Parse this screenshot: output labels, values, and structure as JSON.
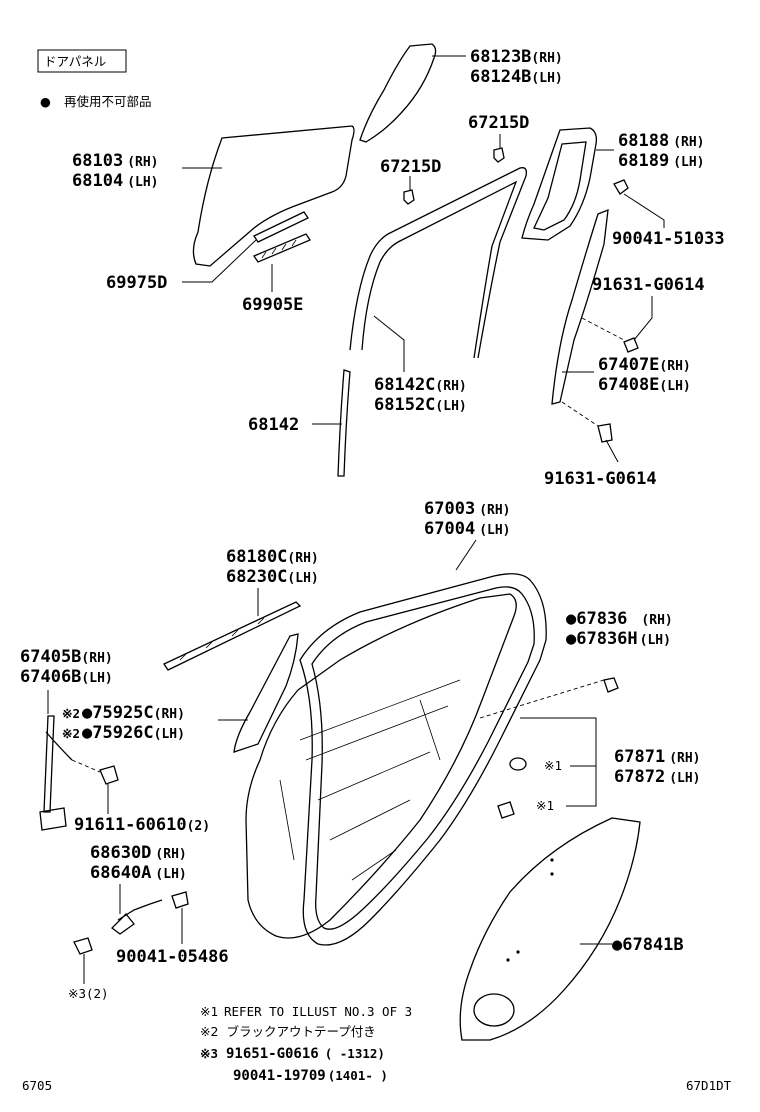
{
  "header": {
    "title": "ドアパネル",
    "legend_mark": "●",
    "legend_text": "再使用不可部品"
  },
  "parts": {
    "p68123b": "68123B",
    "p68123b_sfx": "(RH)",
    "p68124b": "68124B",
    "p68124b_sfx": "(LH)",
    "p67215d_a": "67215D",
    "p67215d_b": "67215D",
    "p68188": "68188",
    "p68188_sfx": "(RH)",
    "p68189": "68189",
    "p68189_sfx": "(LH)",
    "p68103": "68103",
    "p68103_sfx": "(RH)",
    "p68104": "68104",
    "p68104_sfx": "(LH)",
    "p90041_51033": "90041-51033",
    "p91631_a": "91631-G0614",
    "p69975d": "69975D",
    "p69905e": "69905E",
    "p67407e": "67407E",
    "p67407e_sfx": "(RH)",
    "p67408e": "67408E",
    "p67408e_sfx": "(LH)",
    "p68142c": "68142C",
    "p68142c_sfx": "(RH)",
    "p68152c": "68152C",
    "p68152c_sfx": "(LH)",
    "p68142": "68142",
    "p91631_b": "91631-G0614",
    "p67003": "67003",
    "p67003_sfx": "(RH)",
    "p67004": "67004",
    "p67004_sfx": "(LH)",
    "p68180c": "68180C",
    "p68180c_sfx": "(RH)",
    "p68230c": "68230C",
    "p68230c_sfx": "(LH)",
    "p67836": "●67836",
    "p67836_sfx": "(RH)",
    "p67836h": "●67836H",
    "p67836h_sfx": "(LH)",
    "p67405b": "67405B",
    "p67405b_sfx": "(RH)",
    "p67406b": "67406B",
    "p67406b_sfx": "(LH)",
    "p75925c_pre": "※2",
    "p75925c": "●75925C",
    "p75925c_sfx": "(RH)",
    "p75926c_pre": "※2",
    "p75926c": "●75926C",
    "p75926c_sfx": "(LH)",
    "p67871": "67871",
    "p67871_sfx": "(RH)",
    "p67872": "67872",
    "p67872_sfx": "(LH)",
    "mark1_a": "※1",
    "mark1_b": "※1",
    "p91611": "91611-60610",
    "p91611_sfx": "(2)",
    "p68630d": "68630D",
    "p68630d_sfx": "(RH)",
    "p68640a": "68640A",
    "p68640a_sfx": "(LH)",
    "p67841b": "●67841B",
    "p90041_05486": "90041-05486",
    "mark3": "※3",
    "mark3_sfx": "(2)"
  },
  "notes": {
    "n1_mark": "※1",
    "n1_text": "REFER TO ILLUST NO.3 OF 3",
    "n2_mark": "※2",
    "n2_text": "ブラックアウトテープ付き",
    "n3_mark": "※3",
    "n3_row1_pn": "91651-G0616",
    "n3_row1_range": "(     -1312)",
    "n3_row2_pn": "90041-19709",
    "n3_row2_range": "(1401-     )"
  },
  "footer": {
    "left": "6705",
    "right": "67D1DT"
  }
}
